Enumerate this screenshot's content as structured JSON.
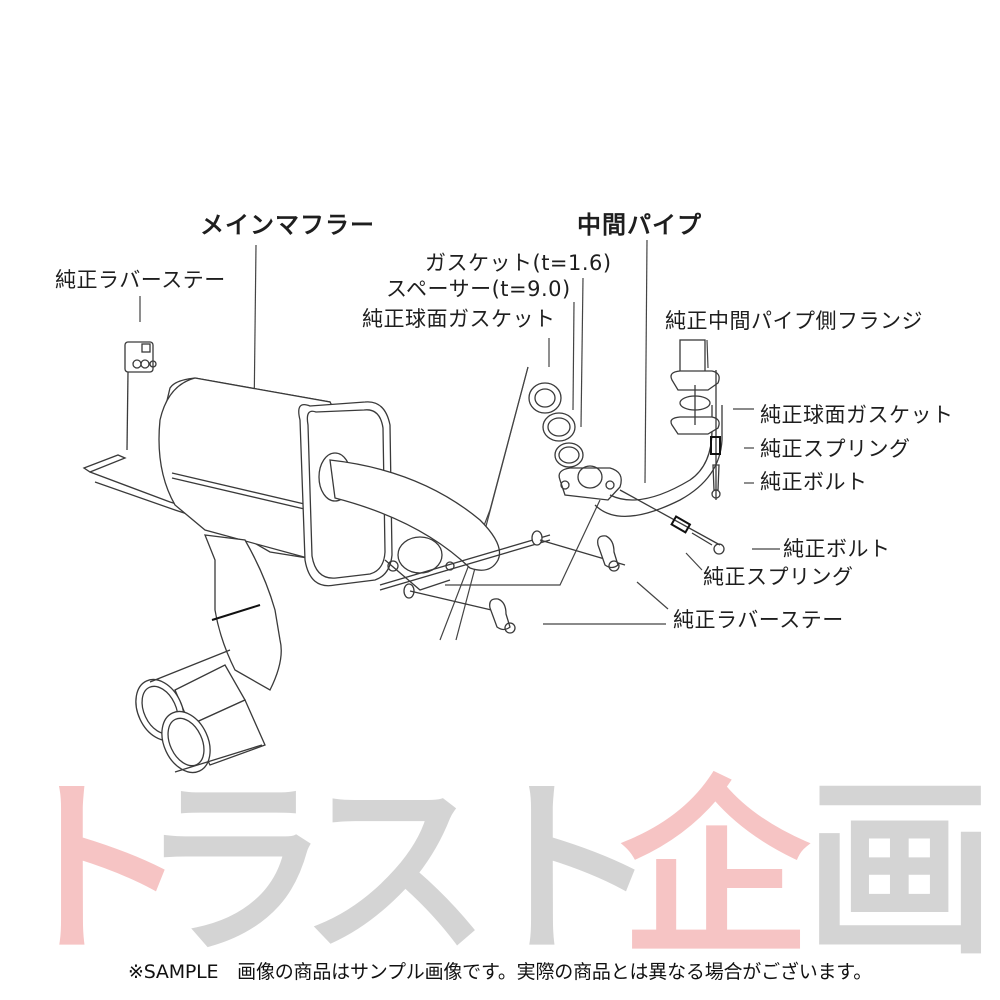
{
  "diagram": {
    "type": "exhaust-system-exploded-view",
    "labels": {
      "main_muffler": "メインマフラー",
      "center_pipe": "中間パイプ",
      "oem_rubber_stay_top": "純正ラバーステー",
      "gasket": "ガスケット(t=1.6)",
      "spacer": "スペーサー(t=9.0)",
      "oem_spherical_gasket_left": "純正球面ガスケット",
      "oem_center_pipe_flange": "純正中間パイプ側フランジ",
      "oem_spherical_gasket_right": "純正球面ガスケット",
      "oem_spring_right": "純正スプリング",
      "oem_bolt_right": "純正ボルト",
      "oem_bolt_lower": "純正ボルト",
      "oem_spring_lower": "純正スプリング",
      "oem_rubber_stay_bottom": "純正ラバーステー"
    },
    "colors": {
      "line": "#3a3a3a",
      "text": "#1e1e1e",
      "background": "#ffffff"
    }
  },
  "watermark": {
    "chars": [
      {
        "char": "ト",
        "color": "#f6c4c4"
      },
      {
        "char": "ラ",
        "color": "#d4d4d4"
      },
      {
        "char": "ス",
        "color": "#d4d4d4"
      },
      {
        "char": "ト",
        "color": "#d4d4d4"
      },
      {
        "char": "企",
        "color": "#f6c4c4"
      },
      {
        "char": "画",
        "color": "#d4d4d4"
      }
    ],
    "text": "トラスト企画"
  },
  "footer": {
    "disclaimer": "※SAMPLE　画像の商品はサンプル画像です。実際の商品とは異なる場合がございます。"
  }
}
